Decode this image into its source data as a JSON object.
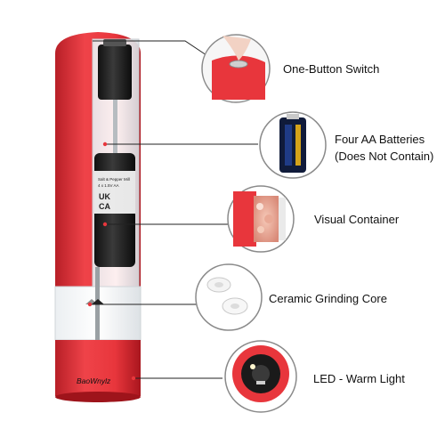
{
  "brand": "BaoWnylz",
  "device_label": {
    "line1": "Salt & Pepper Mill",
    "line2": "4 x 1.5V AA",
    "line3": "UK",
    "line4": "CA"
  },
  "features": [
    {
      "label": "One-Button Switch"
    },
    {
      "label": "Four AA Batteries",
      "sublabel": "(Does Not Contain)"
    },
    {
      "label": "Visual Container"
    },
    {
      "label": "Ceramic Grinding Core"
    },
    {
      "label": "LED - Warm Light"
    }
  ],
  "colors": {
    "body_red": "#e8363c",
    "line": "#222222",
    "circle_border": "#8a8a8a",
    "text": "#111111"
  }
}
